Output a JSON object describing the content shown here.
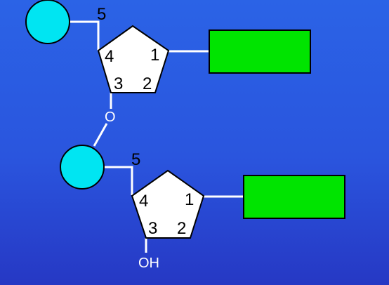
{
  "colors": {
    "background_top": "#2b63e6",
    "background_bottom": "#2638c4",
    "phosphate": "#00e5f2",
    "base": "#00e400",
    "sugar": "#ffffff",
    "bond": "#ffffff",
    "outline": "#000000"
  },
  "nucleotide_1": {
    "carbon_5": "5",
    "carbon_4": "4",
    "carbon_3": "3",
    "carbon_2": "2",
    "carbon_1": "1"
  },
  "linkage": {
    "oxygen": "O"
  },
  "nucleotide_2": {
    "carbon_5": "5",
    "carbon_4": "4",
    "carbon_3": "3",
    "carbon_2": "2",
    "carbon_1": "1",
    "hydroxyl": "OH"
  }
}
